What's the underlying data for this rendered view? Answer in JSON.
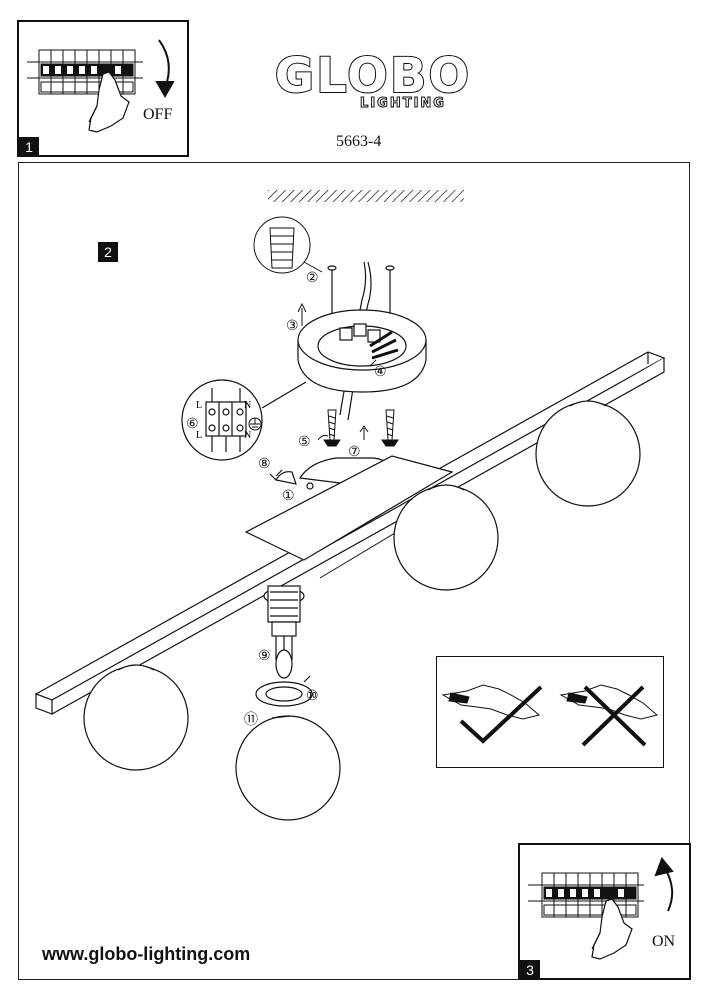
{
  "brand": {
    "name": "GLOBO",
    "sub": "LIGHTING"
  },
  "model_number": "5663-4",
  "website": "www.globo-lighting.com",
  "steps": [
    {
      "number": "1",
      "switch_label": "OFF"
    },
    {
      "number": "2"
    },
    {
      "number": "3",
      "switch_label": "ON"
    }
  ],
  "callouts": [
    "①",
    "②",
    "③",
    "④",
    "⑤",
    "⑥",
    "⑦",
    "⑧",
    "⑨",
    "⑩",
    "⑪"
  ],
  "terminal_labels": {
    "live_top": "L",
    "neutral_top": "N",
    "live_bottom": "L",
    "neutral_bottom": "N"
  },
  "icons": [
    "hand-icon",
    "arrow-icon",
    "wall-plug-icon",
    "screw-icon",
    "earth-symbol-icon",
    "check-mark-icon",
    "cross-mark-icon"
  ]
}
